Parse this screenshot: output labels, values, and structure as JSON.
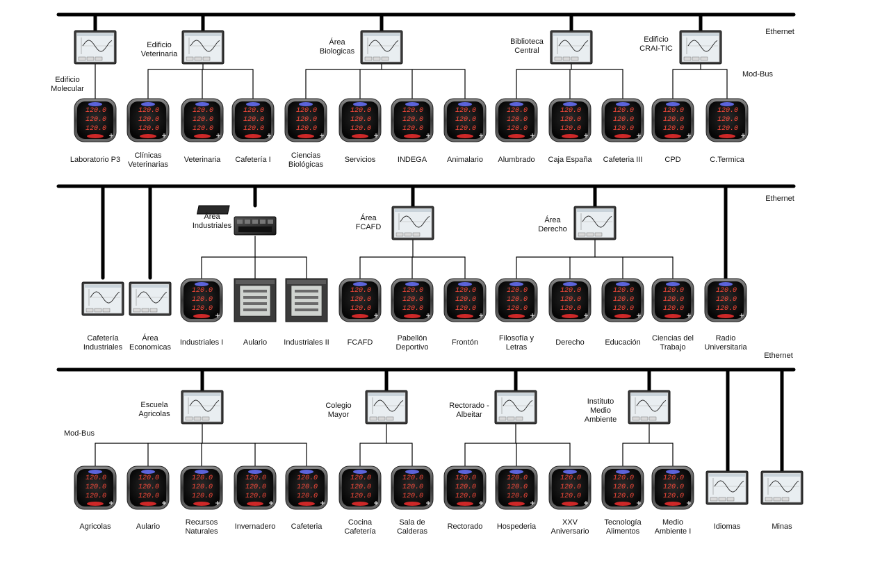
{
  "network_labels": {
    "ethernet_1": "Ethernet",
    "ethernet_2": "Ethernet",
    "ethernet_3": "Ethernet",
    "modbus_1": "Mod-Bus",
    "modbus_2": "Mod-Bus"
  },
  "meter_reading": "120.0",
  "row1": {
    "gateways": [
      {
        "label": ""
      },
      {
        "label": "Edificio\nVeterinaria"
      },
      {
        "label": "Área\nBiologicas"
      },
      {
        "label": "Biblioteca\nCentral"
      },
      {
        "label": "Edificio\nCRAI-TIC"
      }
    ],
    "gateway_side_label": "Edificio\nMolecular",
    "meters": [
      "Laboratorio P3",
      "Clínicas\nVeterinarias",
      "Veterinaria",
      "Cafetería I",
      "Ciencias\nBiológicas",
      "Servicios",
      "INDEGA",
      "Animalario",
      "Alumbrado",
      "Caja España",
      "Cafeteria III",
      "CPD",
      "C.Termica"
    ]
  },
  "row2": {
    "gateways": [
      {
        "label": "Área\nIndustriales"
      },
      {
        "label": "Área\nFCAFD"
      },
      {
        "label": "Área\nDerecho"
      }
    ],
    "devices": [
      "Cafetería\nIndustriales",
      "Área\nEconomicas",
      "Industriales I",
      "Aulario",
      "Industriales II",
      "FCAFD",
      "Pabellón\nDeportivo",
      "Frontón",
      "Filosofía y\nLetras",
      "Derecho",
      "Educación",
      "Ciencias del\nTrabajo",
      "Radio\nUniversitaria"
    ]
  },
  "row3": {
    "gateways": [
      {
        "label": "Escuela\nAgricolas"
      },
      {
        "label": "Colegio\nMayor"
      },
      {
        "label": "Rectorado -\nAlbeitar"
      },
      {
        "label": "Instituto\nMedio\nAmbiente"
      }
    ],
    "devices": [
      "Agricolas",
      "Aulario",
      "Recursos\nNaturales",
      "Invernadero",
      "Cafeteria",
      "Cocina\nCafetería",
      "Sala de\nCalderas",
      "Rectorado",
      "Hospederia",
      "XXV\nAniversario",
      "Tecnología\nAlimentos",
      "Medio\nAmbiente I",
      "Idiomas",
      "Minas"
    ]
  }
}
